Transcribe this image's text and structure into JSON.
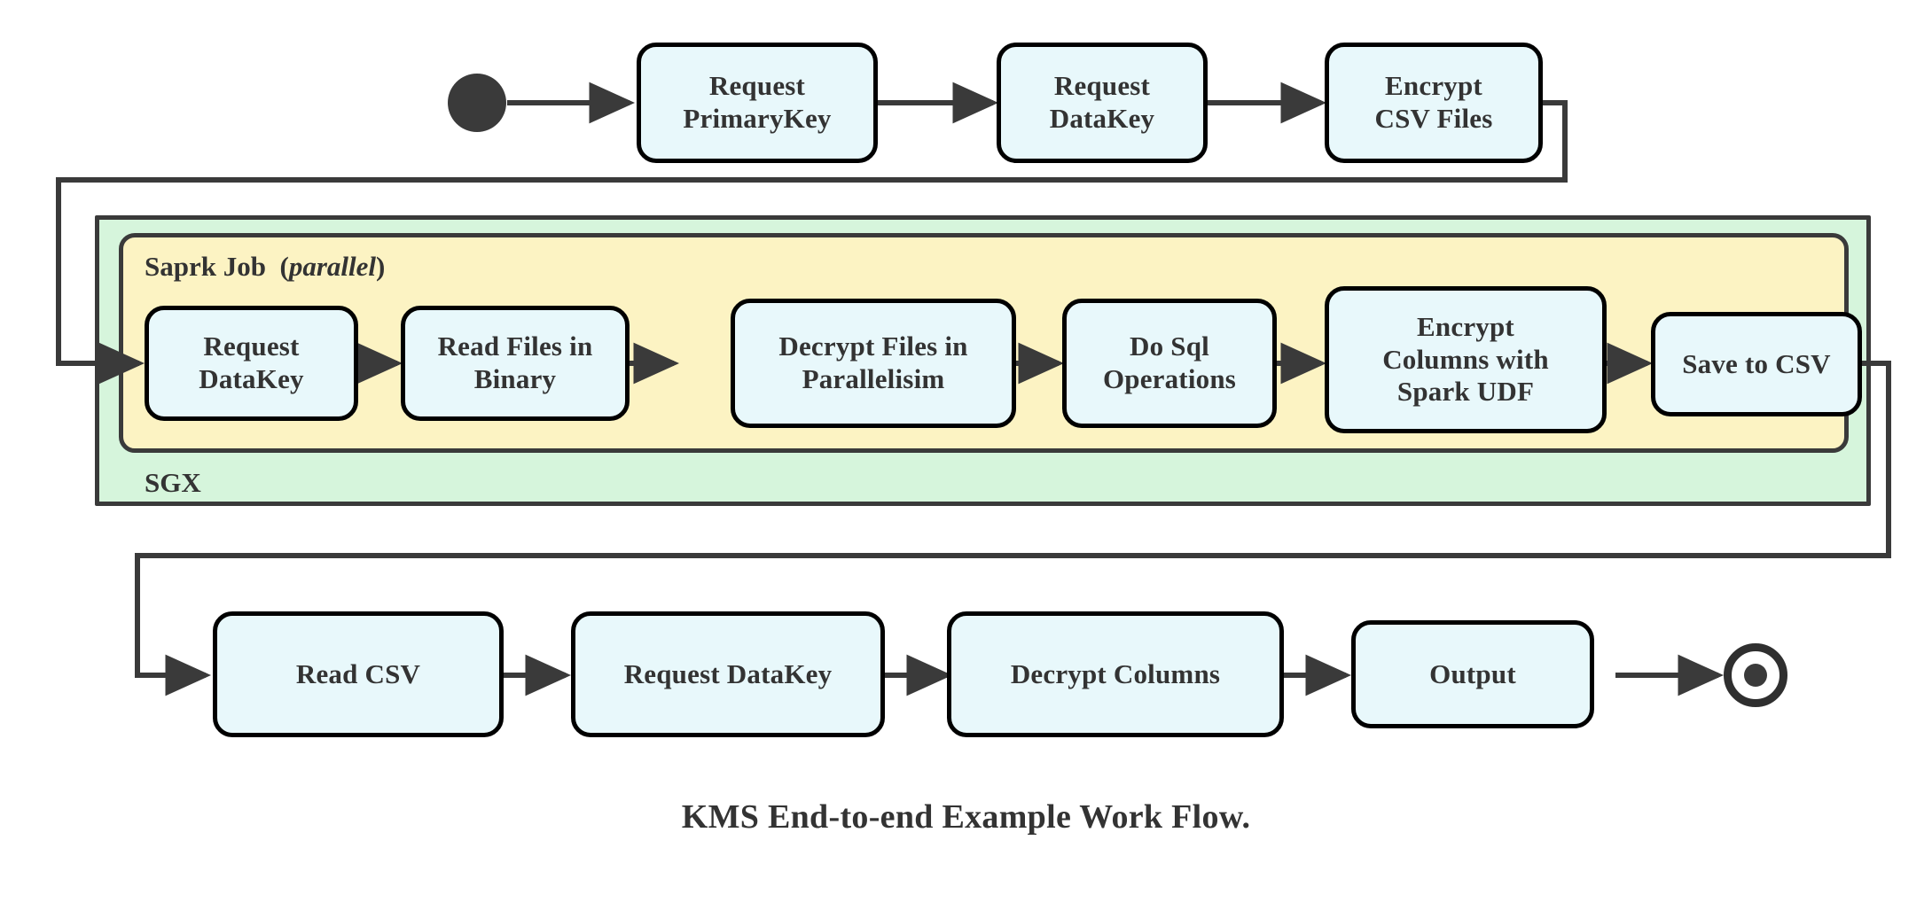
{
  "diagram": {
    "caption": "KMS End-to-end Example Work Flow.",
    "colors": {
      "node_fill": "#e8f8fb",
      "node_stroke": "#000000",
      "sgx_fill": "#d6f5dc",
      "spark_fill": "#fcf3c3",
      "container_stroke": "#3a3a3a",
      "edge_stroke": "#3a3a3a",
      "text": "#333333",
      "background": "#ffffff"
    },
    "start_node": {
      "name": "start-node",
      "shape": "filled-circle"
    },
    "end_node": {
      "name": "end-node",
      "shape": "double-circle"
    },
    "containers": [
      {
        "id": "sgx",
        "label": "SGX",
        "label_position": "bottom-left",
        "fill": "#d6f5dc"
      },
      {
        "id": "spark-job",
        "label_main": "Saprk Job",
        "label_paren_open": "(",
        "label_italic": "parallel",
        "label_paren_close": ")",
        "label_position": "top-left",
        "fill": "#fcf3c3"
      }
    ],
    "rows": {
      "top": {
        "name": "top-row",
        "nodes": [
          {
            "id": "request-primarykey",
            "label": "Request\nPrimaryKey"
          },
          {
            "id": "request-datakey-top",
            "label": "Request\nDataKey"
          },
          {
            "id": "encrypt-csv-files",
            "label": "Encrypt\nCSV Files"
          }
        ]
      },
      "middle": {
        "name": "spark-row",
        "nodes": [
          {
            "id": "request-datakey-spark",
            "label": "Request\nDataKey"
          },
          {
            "id": "read-files-in-binary",
            "label": "Read Files in\nBinary"
          },
          {
            "id": "decrypt-files-in-parallelisim",
            "label": "Decrypt Files in\nParallelisim"
          },
          {
            "id": "do-sql-operations",
            "label": "Do Sql\nOperations"
          },
          {
            "id": "encrypt-columns-with-spark-udf",
            "label": "Encrypt\nColumns with\nSpark UDF"
          },
          {
            "id": "save-to-csv",
            "label": "Save to CSV"
          }
        ]
      },
      "bottom": {
        "name": "bottom-row",
        "nodes": [
          {
            "id": "read-csv",
            "label": "Read CSV"
          },
          {
            "id": "request-datakey-bottom",
            "label": "Request DataKey"
          },
          {
            "id": "decrypt-columns",
            "label": "Decrypt Columns"
          },
          {
            "id": "output",
            "label": "Output"
          }
        ]
      }
    },
    "flow_order": [
      "start",
      "Request PrimaryKey",
      "Request DataKey",
      "Encrypt CSV Files",
      "Request DataKey",
      "Read Files in Binary",
      "Decrypt Files in Parallelisim",
      "Do Sql Operations",
      "Encrypt Columns with Spark UDF",
      "Save to CSV",
      "Read CSV",
      "Request DataKey",
      "Decrypt Columns",
      "Output",
      "end"
    ]
  }
}
